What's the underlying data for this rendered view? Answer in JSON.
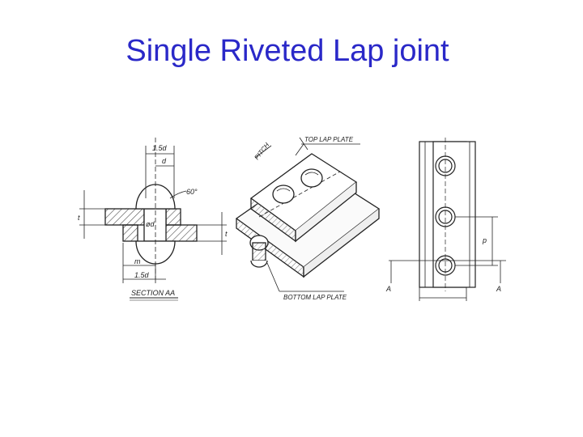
{
  "title": "Single Riveted Lap joint",
  "title_color": "#2a28c8",
  "section_view": {
    "dim_head_width": "1.5d",
    "dim_half": "d",
    "dim_angle": "60°",
    "dim_plate_thickness": "t",
    "dim_hole": "ød",
    "dim_margin": "m",
    "dim_bottom": "1.5d",
    "caption": "SECTION AA"
  },
  "isometric_view": {
    "pitch_label": "PITCH",
    "top_plate_label": "TOP LAP PLATE",
    "bottom_plate_label": "BOTTOM LAP PLATE"
  },
  "plan_view": {
    "pitch_label": "p",
    "section_marker": "A"
  }
}
